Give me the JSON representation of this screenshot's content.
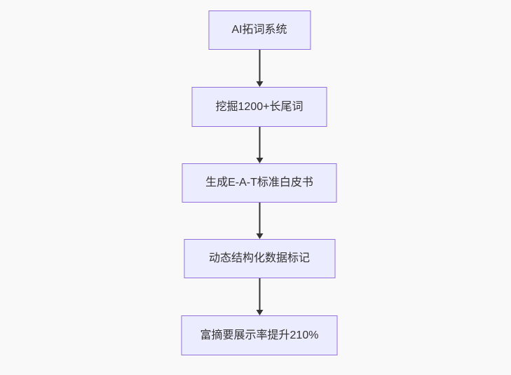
{
  "diagram": {
    "type": "flowchart-top-down",
    "colors": {
      "background": "#f9f9f9",
      "node_fill": "#ececff",
      "node_border": "#9370db",
      "text": "#333333",
      "arrow": "#333333"
    },
    "nodes": [
      {
        "label": "AI拓词系统"
      },
      {
        "label": "挖掘1200+长尾词"
      },
      {
        "label": "生成E-A-T标准白皮书"
      },
      {
        "label": "动态结构化数据标记"
      },
      {
        "label": "富摘要展示率提升210%"
      }
    ],
    "edges": [
      {
        "from": 0,
        "to": 1
      },
      {
        "from": 1,
        "to": 2
      },
      {
        "from": 2,
        "to": 3
      },
      {
        "from": 3,
        "to": 4
      }
    ]
  }
}
